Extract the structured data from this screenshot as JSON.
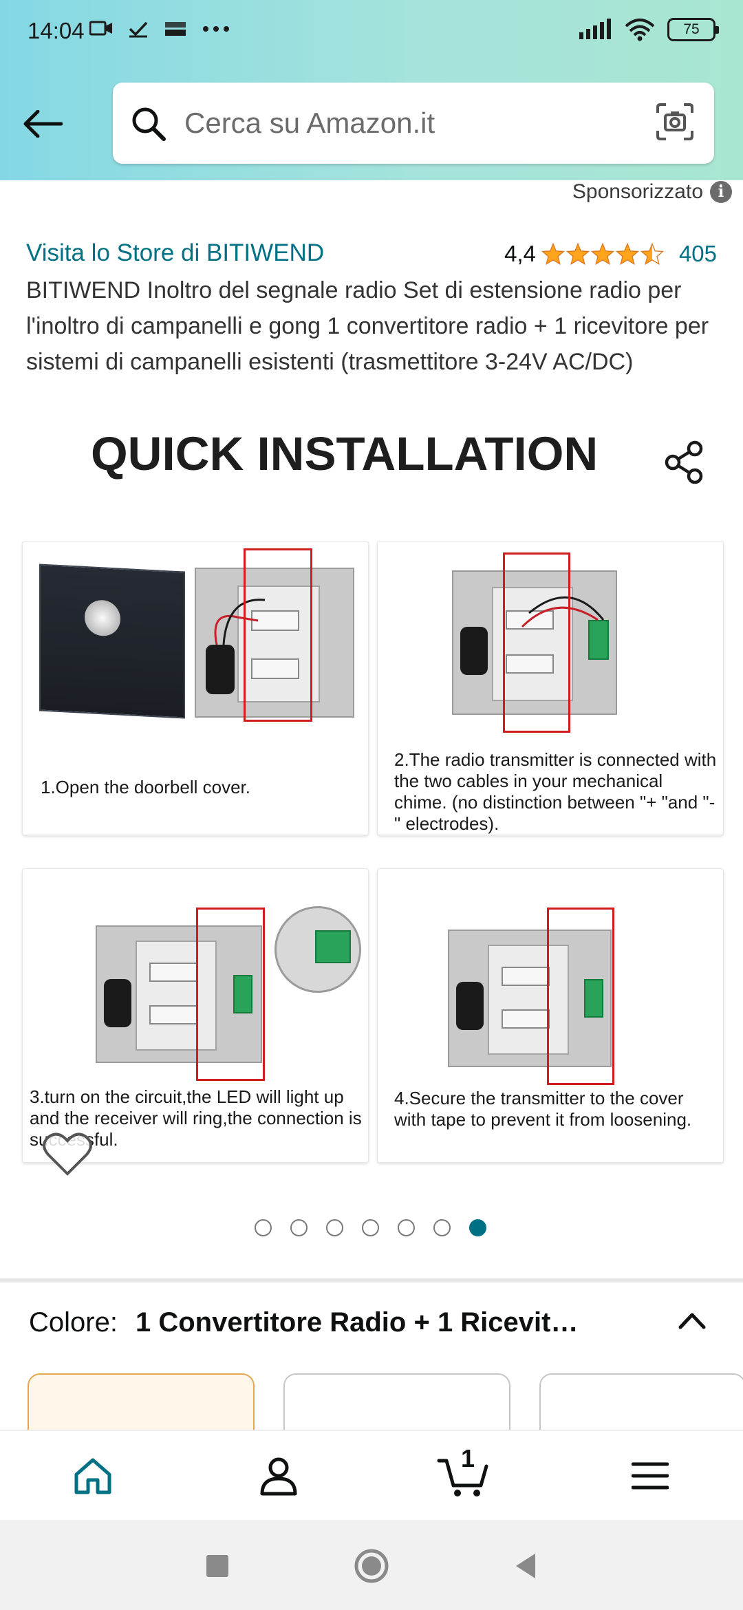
{
  "status_bar": {
    "time": "14:04",
    "battery": "75"
  },
  "search": {
    "placeholder": "Cerca su Amazon.it"
  },
  "product": {
    "sponsored_label": "Sponsorizzato",
    "info_glyph": "i",
    "store_link": "Visita lo Store di BITIWEND",
    "rating_value": "4,4",
    "stars": 4.4,
    "rating_count": "405",
    "title": "BITIWEND Inoltro del segnale radio Set di estensione radio per l'inoltro di campanelli e gong 1 convertitore radio + 1 ricevitore per sistemi di campanelli esistenti (trasmettitore 3-24V AC/DC)"
  },
  "gallery": {
    "image_title": "QUICK INSTALLATION",
    "steps": [
      "1.Open the doorbell cover.",
      "2.The radio transmitter is connected with the two cables in your mechanical chime. (no distinction between \"+ \"and \"-\" electrodes).",
      "3.turn on the circuit,the LED will light up and the receiver will ring,the connection is successful.",
      "4.Secure the transmitter to the cover with tape to prevent it from loosening."
    ],
    "dot_count": 7,
    "active_dot": 6
  },
  "variant": {
    "label": "Colore:",
    "value": "1 Convertitore Radio + 1 Ricevit…"
  },
  "bottom_nav": {
    "cart_count": "1"
  },
  "colors": {
    "accent": "#007185",
    "star": "#ffa41c",
    "selected_border": "#e5a84d"
  },
  "icons": [
    "back-arrow-icon",
    "search-icon",
    "camera-scan-icon",
    "info-icon",
    "share-icon",
    "heart-icon",
    "chevron-up-icon",
    "home-icon",
    "user-icon",
    "cart-icon",
    "menu-icon"
  ]
}
